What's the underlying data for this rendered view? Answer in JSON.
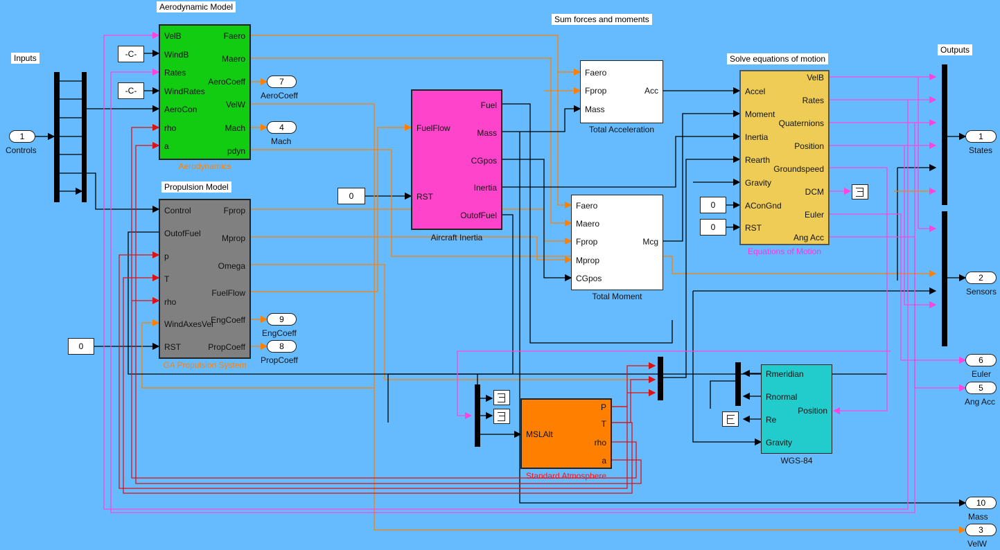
{
  "blocks": {
    "aero": {
      "title": "Aerodynamic Model",
      "caption": "Aerodynamics",
      "inputs": [
        "VelB",
        "WindB",
        "Rates",
        "WindRates",
        "AeroCon",
        "rho",
        "a"
      ],
      "outputs": [
        "Faero",
        "Maero",
        "AeroCoeff",
        "VelW",
        "Mach",
        "pdyn"
      ]
    },
    "prop": {
      "title": "Propulsion Model",
      "caption": "GA Propulsion System",
      "inputs": [
        "Control",
        "OutofFuel",
        "p",
        "T",
        "rho",
        "WindAxesVel",
        "RST"
      ],
      "outputs": [
        "Fprop",
        "Mprop",
        "Omega",
        "FuelFlow",
        "EngCoeff",
        "PropCoeff"
      ]
    },
    "inertia": {
      "caption": "Aircraft Inertia",
      "inputs": [
        "FuelFlow",
        "RST"
      ],
      "outputs": [
        "Fuel",
        "Mass",
        "CGpos",
        "Inertia",
        "OutofFuel"
      ]
    },
    "total_acc": {
      "title": "Sum forces and moments",
      "caption": "Total Acceleration",
      "inputs": [
        "Faero",
        "Fprop",
        "Mass"
      ],
      "output": "Acc"
    },
    "total_moment": {
      "caption": "Total Moment",
      "inputs": [
        "Faero",
        "Maero",
        "Fprop",
        "Mprop",
        "CGpos"
      ],
      "output": "Mcg"
    },
    "eom": {
      "title": "Solve equations of motion",
      "caption": "Equations of Motion",
      "inputs": [
        "Accel",
        "Moment",
        "Inertia",
        "Rearth",
        "Gravity",
        "AConGnd",
        "RST"
      ],
      "outputs": [
        "VelB",
        "Rates",
        "Quaternions",
        "Position",
        "Groundspeed",
        "DCM",
        "Euler",
        "Ang Acc"
      ]
    },
    "atmos": {
      "caption": "Standard Atmosphere",
      "input": "MSLAlt",
      "outputs": [
        "P",
        "T",
        "rho",
        "a"
      ]
    },
    "wgs": {
      "caption": "WGS-84",
      "outputs": [
        "Rmeridian",
        "Rnormal",
        "Re",
        "Gravity"
      ],
      "input": "Position"
    }
  },
  "titles": {
    "inputs": "Inputs",
    "outputs": "Outputs"
  },
  "constants": {
    "wind_b": "-C-",
    "wind_rates": "-C-",
    "prop_rst": "0",
    "inertia_rst": "0",
    "acon_gnd": "0",
    "eom_rst": "0"
  },
  "inports": [
    {
      "num": "1",
      "label": "Controls"
    }
  ],
  "outports": [
    {
      "num": "1",
      "label": "States"
    },
    {
      "num": "2",
      "label": "Sensors"
    },
    {
      "num": "6",
      "label": "Euler"
    },
    {
      "num": "5",
      "label": "Ang Acc"
    },
    {
      "num": "10",
      "label": "Mass"
    },
    {
      "num": "3",
      "label": "VelW"
    },
    {
      "num": "7",
      "label": "AeroCoeff"
    },
    {
      "num": "4",
      "label": "Mach"
    },
    {
      "num": "9",
      "label": "EngCoeff"
    },
    {
      "num": "8",
      "label": "PropCoeff"
    }
  ],
  "colors": {
    "background": "#66bbff",
    "aero": "#11cc11",
    "prop": "#808080",
    "inertia": "#ff44cc",
    "eom": "#eecc55",
    "atmos": "#ff8000",
    "wgs": "#22cccc",
    "wire_black": "#000000",
    "wire_orange": "#ff8000",
    "wire_magenta": "#ff44dd",
    "wire_red": "#dd1111",
    "caption_orange": "#ff8000",
    "caption_magenta": "#ff33dd",
    "caption_red": "#ff1111"
  }
}
